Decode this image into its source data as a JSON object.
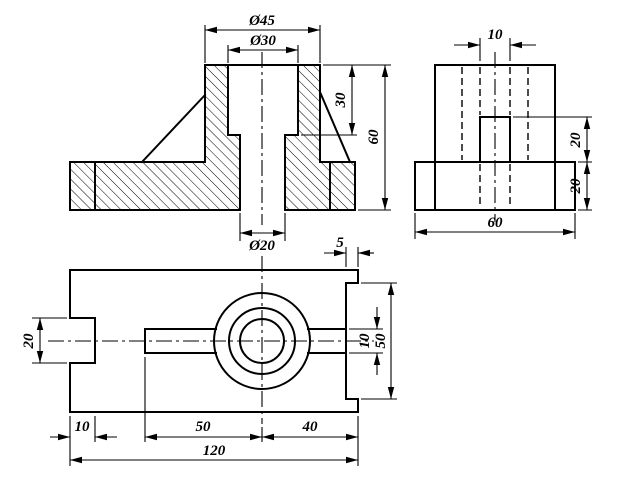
{
  "colors": {
    "line": "#000000",
    "background": "#ffffff"
  },
  "front_view": {
    "dim_dia45": "Ø45",
    "dim_dia30": "Ø30",
    "dim_depth30": "30",
    "dim_height60": "60",
    "dim_dia20": "Ø20"
  },
  "side_view": {
    "dim_width10": "10",
    "dim_boss_height20": "20",
    "dim_base_height20": "20",
    "dim_depth60": "60"
  },
  "top_view": {
    "dim_step5": "5",
    "dim_notch_width20": "20",
    "dim_rib_width10": "10",
    "dim_edge_span50": "50",
    "dim_tab10": "10",
    "dim_len50": "50",
    "dim_len40": "40",
    "dim_total120": "120"
  }
}
